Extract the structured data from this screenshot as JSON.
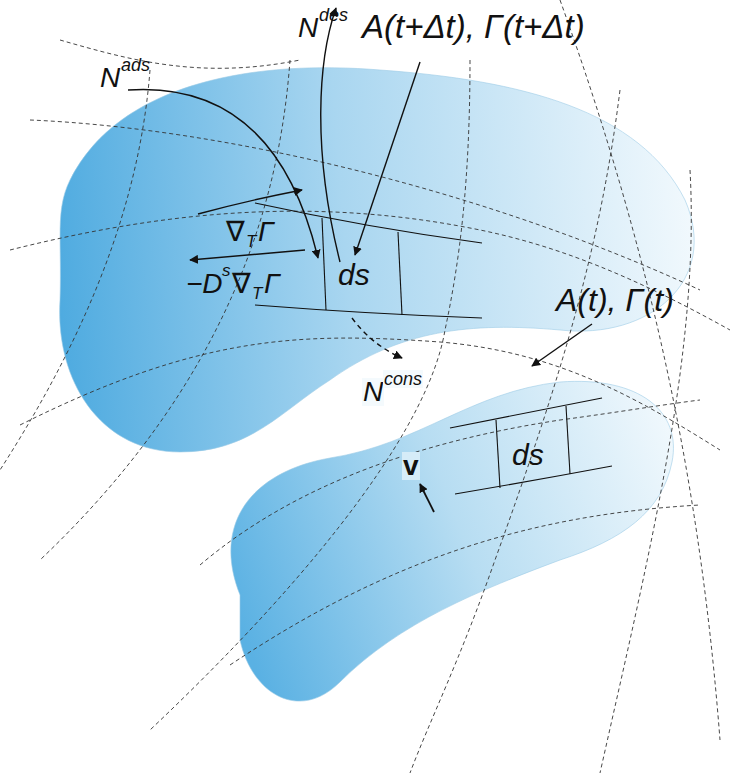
{
  "diagram": {
    "labels": [
      "N",
      "ads",
      "N",
      "des",
      "A(t+Δt), Γ(t+Δt)",
      "ds",
      "∇",
      "T",
      "Γ",
      "−D",
      "s",
      "∇",
      "T",
      "Γ",
      "N",
      "cons",
      "A(t), Γ(t)",
      "ds",
      "v"
    ]
  }
}
